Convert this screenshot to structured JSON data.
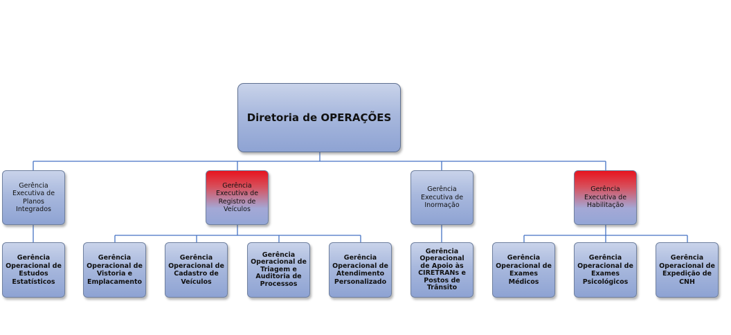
{
  "root": {
    "label": "Diretoria de OPERAÇÕES"
  },
  "executive": [
    {
      "label": "Gerência Executiva de Planos Integrados",
      "highlight": false
    },
    {
      "label": "Gerência Executiva de Registro de Veículos",
      "highlight": true
    },
    {
      "label": "Gerência Executiva de Inormação",
      "highlight": false
    },
    {
      "label": "Gerência Executiva de Habilitação",
      "highlight": true
    }
  ],
  "operational": [
    {
      "label": "Gerência Operacional de Estudos Estatísticos"
    },
    {
      "label": "Gerência Operacional de Vistoria e Emplacamento"
    },
    {
      "label": "Gerência Operacional de Cadastro de Veículos"
    },
    {
      "label": "Gerência Operacional de Triagem e Auditoria de Processos"
    },
    {
      "label": "Gerência Operacional de Atendimento Personalizado"
    },
    {
      "label": "Gerência Operacional de Apoio às CIRETRANs e Postos de Trânsito"
    },
    {
      "label": "Gerência Operacional de Exames Médicos"
    },
    {
      "label": "Gerência Operacional de Exames Psicológicos"
    },
    {
      "label": "Gerência Operacional de Expedição de CNH"
    }
  ],
  "colors": {
    "connector": "#4472c4",
    "box_fill": "#a8b8dd",
    "highlight": "#e8141f"
  }
}
